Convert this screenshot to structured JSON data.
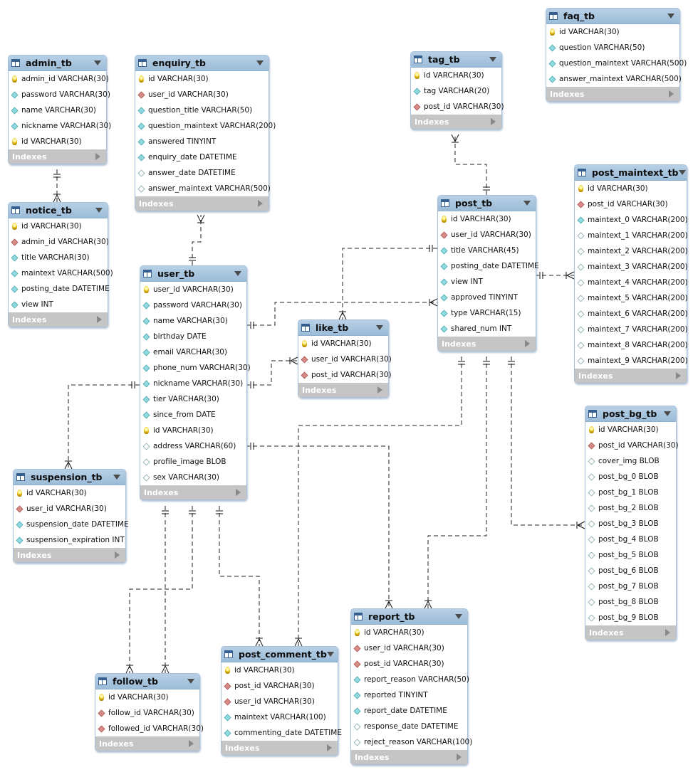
{
  "diagram": {
    "indexes_label": "Indexes",
    "tables": [
      {
        "id": "admin_tb",
        "name": "admin_tb",
        "columns": [
          {
            "kind": "pk",
            "text": "admin_id VARCHAR(30)"
          },
          {
            "kind": "nn",
            "text": "password VARCHAR(30)"
          },
          {
            "kind": "nn",
            "text": "name VARCHAR(30)"
          },
          {
            "kind": "nn",
            "text": "nickname VARCHAR(30)"
          },
          {
            "kind": "pk",
            "text": "id VARCHAR(30)"
          }
        ]
      },
      {
        "id": "notice_tb",
        "name": "notice_tb",
        "columns": [
          {
            "kind": "pk",
            "text": "id VARCHAR(30)"
          },
          {
            "kind": "fk",
            "text": "admin_id VARCHAR(30)"
          },
          {
            "kind": "nn",
            "text": "title VARCHAR(30)"
          },
          {
            "kind": "nn",
            "text": "maintext VARCHAR(500)"
          },
          {
            "kind": "nn",
            "text": "posting_date DATETIME"
          },
          {
            "kind": "nn",
            "text": "view INT"
          }
        ]
      },
      {
        "id": "enquiry_tb",
        "name": "enquiry_tb",
        "columns": [
          {
            "kind": "pk",
            "text": "id VARCHAR(30)"
          },
          {
            "kind": "fk",
            "text": "user_id VARCHAR(30)"
          },
          {
            "kind": "nn",
            "text": "question_title VARCHAR(50)"
          },
          {
            "kind": "nn",
            "text": "question_maintext VARCHAR(200)"
          },
          {
            "kind": "nn",
            "text": "answered TINYINT"
          },
          {
            "kind": "nn",
            "text": "enquiry_date DATETIME"
          },
          {
            "kind": "col",
            "text": "answer_date DATETIME"
          },
          {
            "kind": "col",
            "text": "answer_maintext VARCHAR(500)"
          }
        ]
      },
      {
        "id": "user_tb",
        "name": "user_tb",
        "columns": [
          {
            "kind": "pk",
            "text": "user_id VARCHAR(30)"
          },
          {
            "kind": "nn",
            "text": "password VARCHAR(30)"
          },
          {
            "kind": "nn",
            "text": "name VARCHAR(30)"
          },
          {
            "kind": "nn",
            "text": "birthday DATE"
          },
          {
            "kind": "nn",
            "text": "email VARCHAR(30)"
          },
          {
            "kind": "nn",
            "text": "phone_num VARCHAR(30)"
          },
          {
            "kind": "nn",
            "text": "nickname VARCHAR(30)"
          },
          {
            "kind": "nn",
            "text": "tier VARCHAR(30)"
          },
          {
            "kind": "nn",
            "text": "since_from DATE"
          },
          {
            "kind": "pk",
            "text": "id VARCHAR(30)"
          },
          {
            "kind": "col",
            "text": "address VARCHAR(60)"
          },
          {
            "kind": "col",
            "text": "profile_image BLOB"
          },
          {
            "kind": "col",
            "text": "sex VARCHAR(30)"
          }
        ]
      },
      {
        "id": "tag_tb",
        "name": "tag_tb",
        "columns": [
          {
            "kind": "pk",
            "text": "id VARCHAR(30)"
          },
          {
            "kind": "nn",
            "text": "tag VARCHAR(20)"
          },
          {
            "kind": "fk",
            "text": "post_id VARCHAR(30)"
          }
        ]
      },
      {
        "id": "faq_tb",
        "name": "faq_tb",
        "columns": [
          {
            "kind": "pk",
            "text": "id VARCHAR(30)"
          },
          {
            "kind": "nn",
            "text": "question VARCHAR(50)"
          },
          {
            "kind": "nn",
            "text": "question_maintext VARCHAR(500)"
          },
          {
            "kind": "nn",
            "text": "answer_maintext VARCHAR(500)"
          }
        ]
      },
      {
        "id": "post_tb",
        "name": "post_tb",
        "columns": [
          {
            "kind": "pk",
            "text": "id VARCHAR(30)"
          },
          {
            "kind": "fk",
            "text": "user_id VARCHAR(30)"
          },
          {
            "kind": "nn",
            "text": "title VARCHAR(45)"
          },
          {
            "kind": "nn",
            "text": "posting_date DATETIME"
          },
          {
            "kind": "nn",
            "text": "view INT"
          },
          {
            "kind": "nn",
            "text": "approved TINYINT"
          },
          {
            "kind": "nn",
            "text": "type VARCHAR(15)"
          },
          {
            "kind": "nn",
            "text": "shared_num INT"
          }
        ]
      },
      {
        "id": "post_maintext_tb",
        "name": "post_maintext_tb",
        "columns": [
          {
            "kind": "pk",
            "text": "id VARCHAR(30)"
          },
          {
            "kind": "fk",
            "text": "post_id VARCHAR(30)"
          },
          {
            "kind": "nn",
            "text": "maintext_0 VARCHAR(200)"
          },
          {
            "kind": "col",
            "text": "maintext_1 VARCHAR(200)"
          },
          {
            "kind": "col",
            "text": "maintext_2 VARCHAR(200)"
          },
          {
            "kind": "col",
            "text": "maintext_3 VARCHAR(200)"
          },
          {
            "kind": "col",
            "text": "maintext_4 VARCHAR(200)"
          },
          {
            "kind": "col",
            "text": "maintext_5 VARCHAR(200)"
          },
          {
            "kind": "col",
            "text": "maintext_6 VARCHAR(200)"
          },
          {
            "kind": "col",
            "text": "maintext_7 VARCHAR(200)"
          },
          {
            "kind": "col",
            "text": "maintext_8 VARCHAR(200)"
          },
          {
            "kind": "col",
            "text": "maintext_9 VARCHAR(200)"
          }
        ]
      },
      {
        "id": "like_tb",
        "name": "like_tb",
        "columns": [
          {
            "kind": "pk",
            "text": "id VARCHAR(30)"
          },
          {
            "kind": "fk",
            "text": "user_id VARCHAR(30)"
          },
          {
            "kind": "fk",
            "text": "post_id VARCHAR(30)"
          }
        ]
      },
      {
        "id": "suspension_tb",
        "name": "suspension_tb",
        "columns": [
          {
            "kind": "pk",
            "text": "id VARCHAR(30)"
          },
          {
            "kind": "fk",
            "text": "user_id VARCHAR(30)"
          },
          {
            "kind": "nn",
            "text": "suspension_date DATETIME"
          },
          {
            "kind": "nn",
            "text": "suspension_expiration INT"
          }
        ]
      },
      {
        "id": "post_bg_tb",
        "name": "post_bg_tb",
        "columns": [
          {
            "kind": "pk",
            "text": "id VARCHAR(30)"
          },
          {
            "kind": "fk",
            "text": "post_id VARCHAR(30)"
          },
          {
            "kind": "col",
            "text": "cover_img BLOB"
          },
          {
            "kind": "col",
            "text": "post_bg_0 BLOB"
          },
          {
            "kind": "col",
            "text": "post_bg_1 BLOB"
          },
          {
            "kind": "col",
            "text": "post_bg_2 BLOB"
          },
          {
            "kind": "col",
            "text": "post_bg_3 BLOB"
          },
          {
            "kind": "col",
            "text": "post_bg_4 BLOB"
          },
          {
            "kind": "col",
            "text": "post_bg_5 BLOB"
          },
          {
            "kind": "col",
            "text": "post_bg_6 BLOB"
          },
          {
            "kind": "col",
            "text": "post_bg_7 BLOB"
          },
          {
            "kind": "col",
            "text": "post_bg_8 BLOB"
          },
          {
            "kind": "col",
            "text": "post_bg_9 BLOB"
          }
        ]
      },
      {
        "id": "report_tb",
        "name": "report_tb",
        "columns": [
          {
            "kind": "pk",
            "text": "id VARCHAR(30)"
          },
          {
            "kind": "fk",
            "text": "user_id VARCHAR(30)"
          },
          {
            "kind": "fk",
            "text": "post_id VARCHAR(30)"
          },
          {
            "kind": "nn",
            "text": "report_reason VARCHAR(50)"
          },
          {
            "kind": "nn",
            "text": "reported TINYINT"
          },
          {
            "kind": "nn",
            "text": "report_date DATETIME"
          },
          {
            "kind": "col",
            "text": "response_date DATETIME"
          },
          {
            "kind": "col",
            "text": "reject_reason VARCHAR(100)"
          }
        ]
      },
      {
        "id": "follow_tb",
        "name": "follow_tb",
        "columns": [
          {
            "kind": "pk",
            "text": "id VARCHAR(30)"
          },
          {
            "kind": "fk",
            "text": "follow_id VARCHAR(30)"
          },
          {
            "kind": "fk",
            "text": "followed_id VARCHAR(30)"
          }
        ]
      },
      {
        "id": "post_comment_tb",
        "name": "post_comment_tb",
        "columns": [
          {
            "kind": "pk",
            "text": "id VARCHAR(30)"
          },
          {
            "kind": "fk",
            "text": "post_id VARCHAR(30)"
          },
          {
            "kind": "fk",
            "text": "user_id VARCHAR(30)"
          },
          {
            "kind": "nn",
            "text": "maintext VARCHAR(100)"
          },
          {
            "kind": "nn",
            "text": "commenting_date DATETIME"
          }
        ]
      }
    ],
    "relations": [
      {
        "from": "admin_tb",
        "to": "notice_tb"
      },
      {
        "from": "user_tb",
        "to": "enquiry_tb"
      },
      {
        "from": "post_tb",
        "to": "tag_tb"
      },
      {
        "from": "post_tb",
        "to": "post_maintext_tb"
      },
      {
        "from": "user_tb",
        "to": "post_tb"
      },
      {
        "from": "post_tb",
        "to": "like_tb"
      },
      {
        "from": "user_tb",
        "to": "like_tb"
      },
      {
        "from": "user_tb",
        "to": "suspension_tb"
      },
      {
        "from": "post_tb",
        "to": "post_bg_tb"
      },
      {
        "from": "user_tb",
        "to": "report_tb"
      },
      {
        "from": "post_tb",
        "to": "report_tb"
      },
      {
        "from": "user_tb",
        "to": "follow_tb"
      },
      {
        "from": "user_tb",
        "to": "post_comment_tb"
      },
      {
        "from": "post_tb",
        "to": "post_comment_tb"
      }
    ]
  }
}
